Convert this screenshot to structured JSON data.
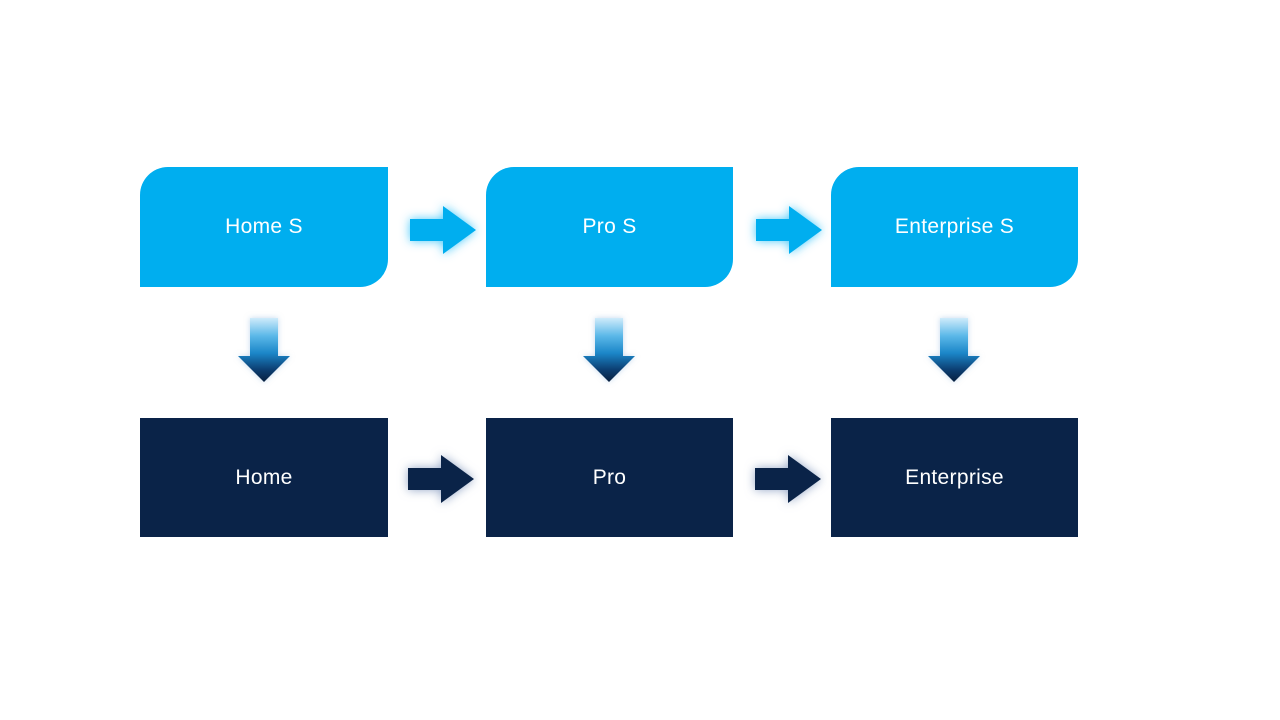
{
  "diagram": {
    "type": "process-flow",
    "background_color": "#FFFFFF",
    "colors": {
      "top_node_fill": "#00AEEF",
      "bottom_node_fill": "#0A2348",
      "node_text": "#FFFFFF",
      "top_arrow_fill": "#00AEEF",
      "top_arrow_glow": "#40C7FA",
      "bottom_arrow_fill": "#0A2348",
      "bottom_arrow_glow": "#7A91B9",
      "down_arrow_gradient_start": "#CFEBFA",
      "down_arrow_gradient_mid": "#1B86C8",
      "down_arrow_gradient_end": "#081F3E"
    },
    "top_row": {
      "items": [
        {
          "label": "Home S"
        },
        {
          "label": "Pro S"
        },
        {
          "label": "Enterprise S"
        }
      ]
    },
    "bottom_row": {
      "items": [
        {
          "label": "Home"
        },
        {
          "label": "Pro"
        },
        {
          "label": "Enterprise"
        }
      ]
    }
  }
}
